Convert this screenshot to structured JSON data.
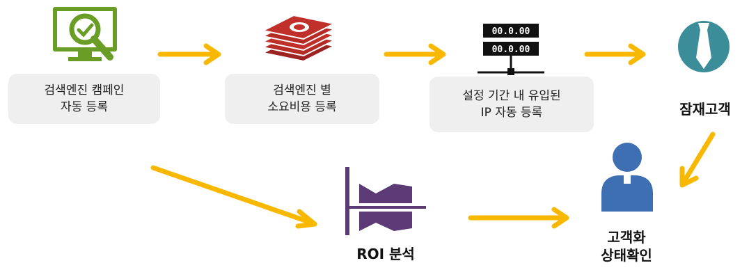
{
  "steps": [
    {
      "line1": "검색엔진 캠페인",
      "line2": "자동 등록",
      "icon": "monitor-search-check-icon"
    },
    {
      "line1": "검색엔진 별",
      "line2": "소요비용 등록",
      "icon": "money-stack-icon"
    },
    {
      "line1": "설정 기간 내 유입된",
      "line2": "IP 자동 등록",
      "icon": "server-rack-icon"
    }
  ],
  "prospect": {
    "label": "잠재고객",
    "icon": "businessman-tie-icon"
  },
  "customer": {
    "line1": "고객화",
    "line2": "상태확인",
    "icon": "user-person-icon"
  },
  "roi": {
    "label": "ROI 분석",
    "icon": "roi-analysis-icon"
  },
  "server_labels": [
    "00.0.00",
    "00.0.00"
  ],
  "colors": {
    "arrow": "#f9b800",
    "green": "#6a9d26",
    "money": "#c0302a",
    "teal": "#3b8d99",
    "purple": "#5b3a76",
    "blue": "#3f6fb3"
  }
}
